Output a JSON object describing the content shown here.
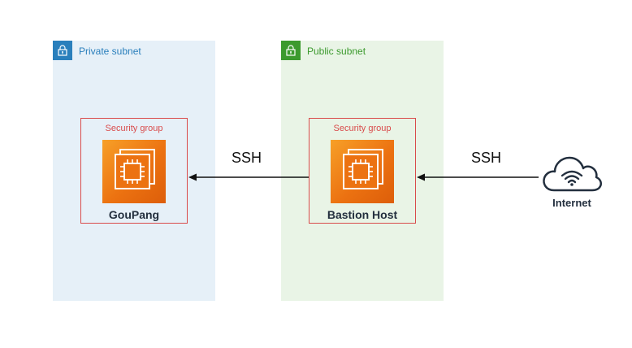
{
  "subnets": {
    "private": {
      "label": "Private subnet",
      "color": "#2a7fbc",
      "background": "#e6f0f8"
    },
    "public": {
      "label": "Public subnet",
      "color": "#3c9a2e",
      "background": "#e9f4e6"
    }
  },
  "security_groups": {
    "left": {
      "label": "Security group",
      "node": "GouPang",
      "icon": "ec2-instance-icon"
    },
    "right": {
      "label": "Security group",
      "node": "Bastion Host",
      "icon": "ec2-instance-icon"
    }
  },
  "connections": {
    "internet_to_bastion": {
      "label": "SSH"
    },
    "bastion_to_goupang": {
      "label": "SSH"
    }
  },
  "internet": {
    "label": "Internet",
    "icon": "internet-cloud-icon"
  },
  "colors": {
    "security_group_border": "#d94b4b",
    "ec2_orange": "#ec7211",
    "arrow": "#111111"
  }
}
